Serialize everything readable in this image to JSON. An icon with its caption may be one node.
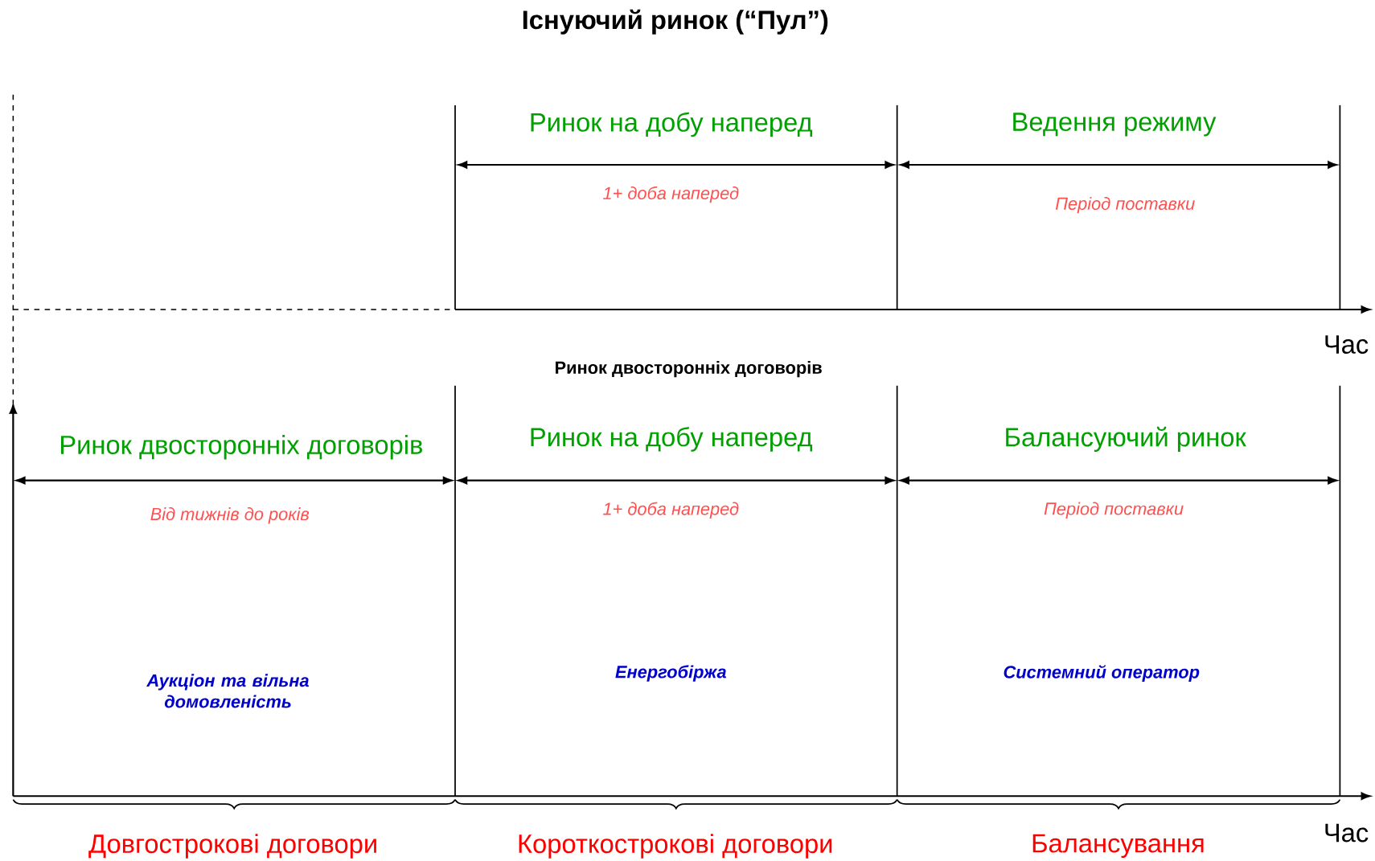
{
  "diagram": {
    "title": "Існуючий ринок (“Пул”)",
    "labels": [
      "Ринок на добу наперед",
      "Ведення режиму",
      "1+ доба наперед",
      "Період поставки",
      "Час",
      "Ринок двосторонніх договорів",
      "Ринок двосторонніх договорів",
      "Ринок на добу наперед",
      "Балансуючий ринок",
      "Від тижнів до років",
      "1+ доба наперед",
      "Період поставки",
      "Аукціон та вільна домовленість",
      "Енергобіржа",
      "Системний оператор",
      "Довгострокові договори",
      "Короткострокові договори",
      "Балансування",
      "Час"
    ]
  }
}
